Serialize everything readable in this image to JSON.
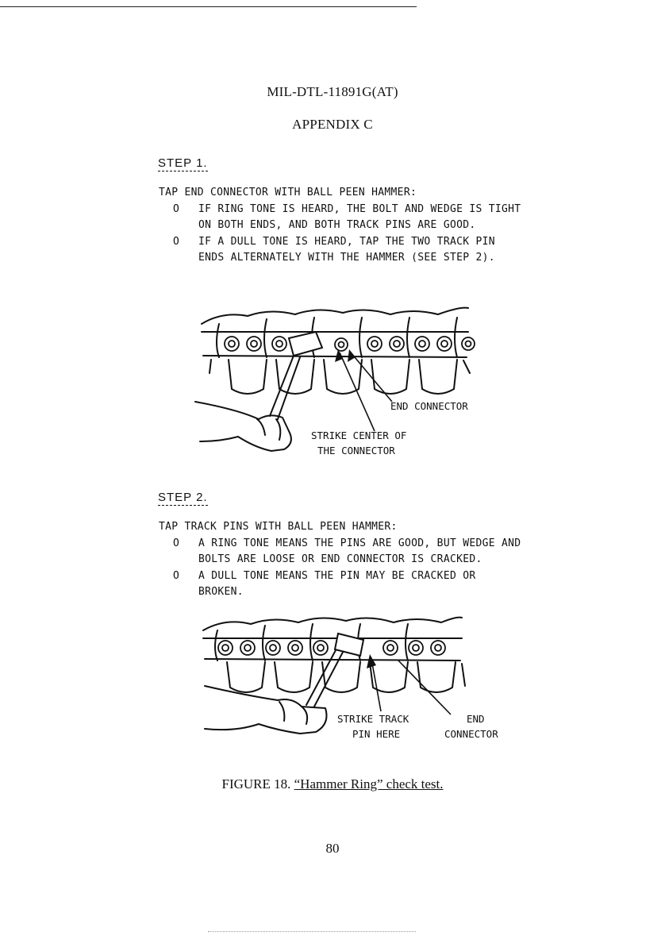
{
  "header": {
    "doc_id": "MIL-DTL-11891G(AT)",
    "appendix": "APPENDIX C"
  },
  "step1": {
    "heading": "STEP 1.",
    "intro": "TAP END CONNECTOR WITH BALL PEEN HAMMER:",
    "bullets": [
      {
        "marker": "O",
        "text": "IF RING TONE IS HEARD, THE BOLT AND WEDGE IS TIGHT ON BOTH ENDS, AND BOTH TRACK PINS ARE GOOD."
      },
      {
        "marker": "O",
        "text": "IF A DULL TONE IS HEARD, TAP THE TWO TRACK PIN ENDS ALTERNATELY WITH THE HAMMER (SEE STEP 2)."
      }
    ],
    "figure": {
      "label_end_connector": "END CONNECTOR",
      "label_strike_line1": "STRIKE CENTER OF",
      "label_strike_line2": "THE CONNECTOR"
    }
  },
  "step2": {
    "heading": "STEP 2.",
    "intro": "TAP TRACK PINS WITH BALL PEEN HAMMER:",
    "bullets": [
      {
        "marker": "O",
        "text": "A RING TONE MEANS THE PINS ARE GOOD, BUT WEDGE AND BOLTS ARE LOOSE OR END CONNECTOR IS CRACKED."
      },
      {
        "marker": "O",
        "text": "A DULL TONE MEANS THE PIN MAY BE CRACKED OR BROKEN."
      }
    ],
    "figure": {
      "label_strike_line1": "STRIKE TRACK",
      "label_strike_line2": "PIN HERE",
      "label_end_line1": "END",
      "label_end_line2": "CONNECTOR"
    }
  },
  "caption": {
    "number": "FIGURE 18.",
    "title": "“Hammer Ring” check test."
  },
  "page_number": "80"
}
